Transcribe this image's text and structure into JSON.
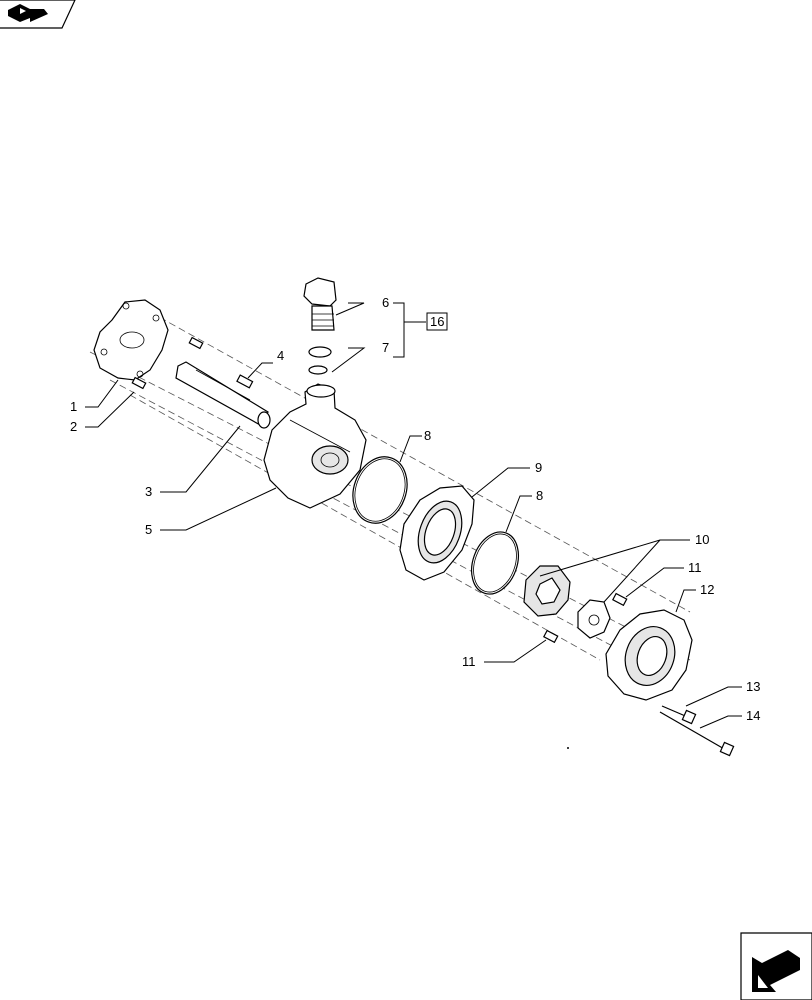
{
  "nav": {
    "prev_page_icon": "arrow-left-icon",
    "next_page_icon": "arrow-down-left-icon"
  },
  "callouts": {
    "c1": "1",
    "c2": "2",
    "c3": "3",
    "c4": "4",
    "c5": "5",
    "c6": "6",
    "c7": "7",
    "c8a": "8",
    "c8b": "8",
    "c9": "9",
    "c10": "10",
    "c11a": "11",
    "c11b": "11",
    "c12": "12",
    "c13": "13",
    "c14": "14",
    "c16": "16"
  }
}
